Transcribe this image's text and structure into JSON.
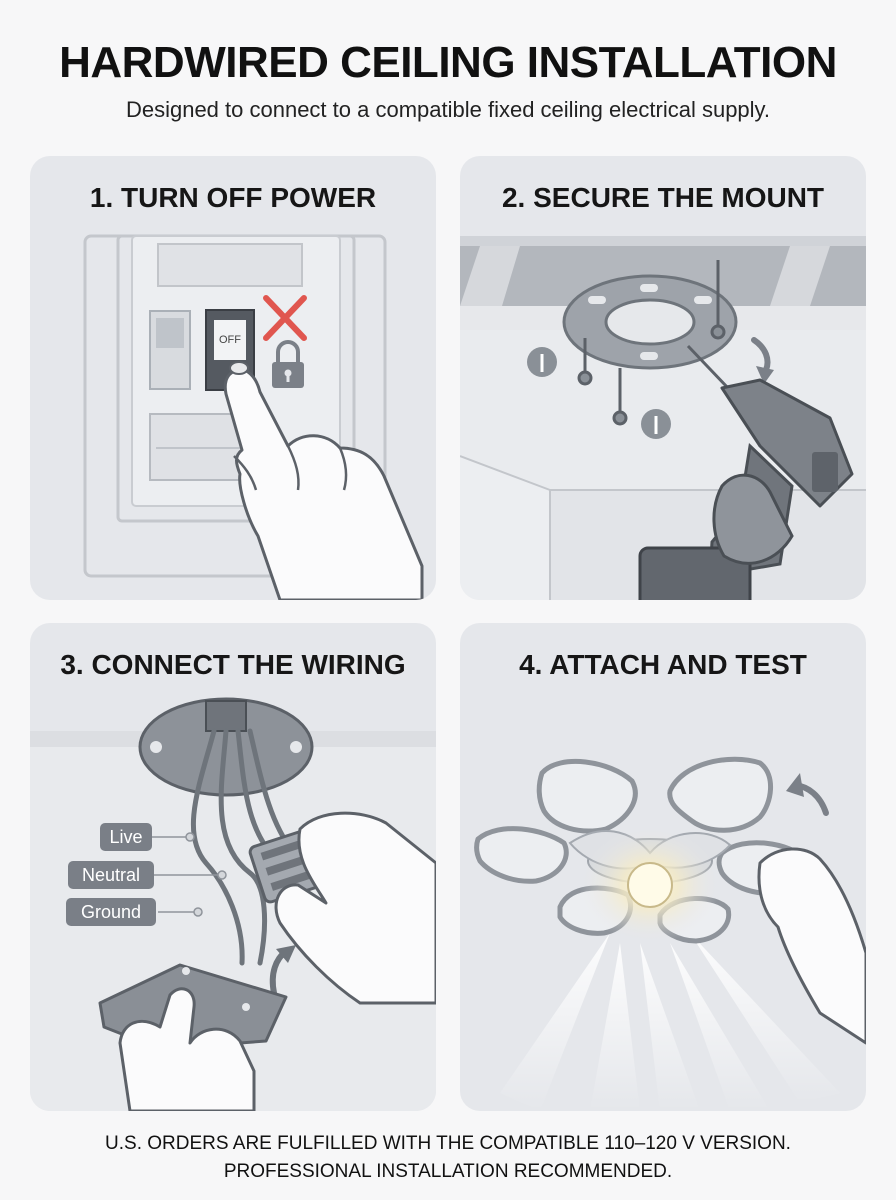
{
  "header": {
    "title": "HARDWIRED CEILING INSTALLATION",
    "subtitle": "Designed to connect to a compatible fixed ceiling electrical supply."
  },
  "steps": [
    {
      "title": "1. TURN OFF POWER",
      "switch_label": "OFF"
    },
    {
      "title": "2. SECURE THE MOUNT"
    },
    {
      "title": "3. CONNECT THE WIRING",
      "wire_labels": [
        "Live",
        "Neutral",
        "Ground"
      ]
    },
    {
      "title": "4. ATTACH AND TEST"
    }
  ],
  "footer": {
    "line1": "U.S. ORDERS ARE FULFILLED WITH THE COMPATIBLE 110–120 V VERSION.",
    "line2": "PROFESSIONAL INSTALLATION RECOMMENDED."
  },
  "colors": {
    "card_bg": "#e5e7eb",
    "warning": "#e0564f",
    "tag_bg": "#7a7f87"
  }
}
